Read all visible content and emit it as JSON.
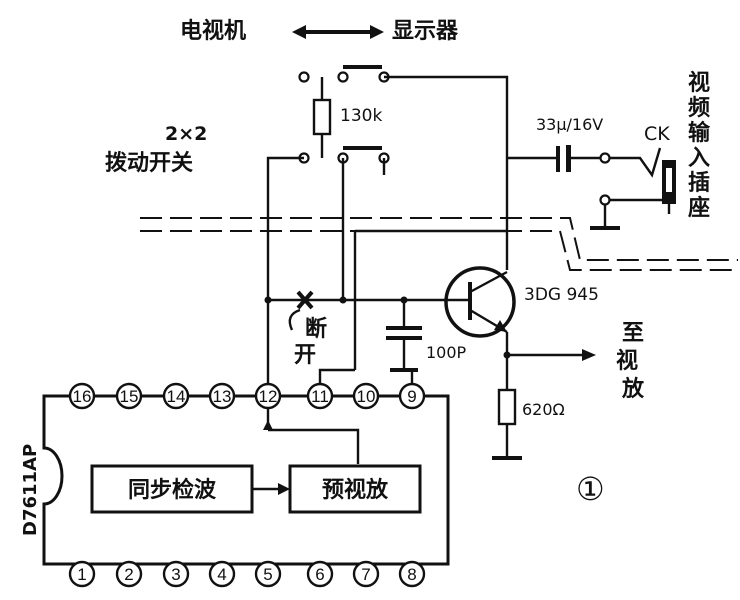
{
  "header": {
    "left": "电视机",
    "right": "显示器"
  },
  "switch": {
    "line1": "2×2",
    "line2": "拨动开关",
    "resistor": "130k"
  },
  "capacitor_in": {
    "label": "33μ/16V"
  },
  "jack": {
    "ck": "CK",
    "chars": [
      "视",
      "频",
      "输",
      "入",
      "插",
      "座"
    ]
  },
  "transistor": {
    "label": "3DG 945"
  },
  "break_note": {
    "line1": "断",
    "line2": "开"
  },
  "capacitor_100p": {
    "label": "100P"
  },
  "output": {
    "chars": [
      "至",
      "视",
      "放"
    ]
  },
  "resistor_620": {
    "label": "620Ω"
  },
  "ic": {
    "name": "D7611AP",
    "top_pins": [
      "16",
      "15",
      "14",
      "13",
      "12",
      "11",
      "10",
      "9"
    ],
    "bottom_pins": [
      "1",
      "2",
      "3",
      "4",
      "5",
      "6",
      "7",
      "8"
    ],
    "block_sync": "同步检波",
    "block_preamp": "预视放"
  },
  "figure_number": "①"
}
